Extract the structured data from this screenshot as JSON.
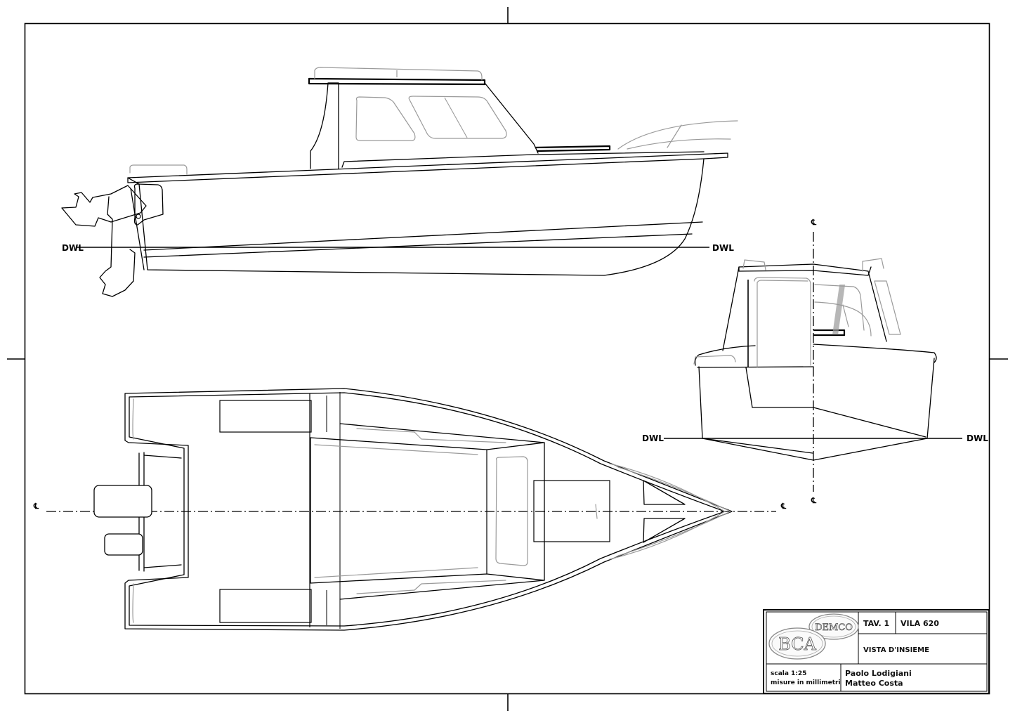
{
  "drawing": {
    "title_block": {
      "logo_top": "DEMCO",
      "logo_bottom": "BCA",
      "sheet": "TAV. 1",
      "model": "VILA 620",
      "view_title": "VISTA D'INSIEME",
      "scale": "scala 1:25",
      "units": "misure in millimetri",
      "author_1": "Paolo Lodigiani",
      "author_2": "Matteo Costa"
    },
    "views": {
      "profile": {
        "waterline_left": "DWL",
        "waterline_right": "DWL"
      },
      "front": {
        "waterline_left": "DWL",
        "waterline_right": "DWL",
        "centerline_top": "℄",
        "centerline_bottom": "℄"
      },
      "plan": {
        "centerline_left": "℄",
        "centerline_right": "℄"
      }
    },
    "colors": {
      "line": "#000000",
      "secondary_line": "#9a9a9a",
      "background": "#ffffff"
    }
  }
}
